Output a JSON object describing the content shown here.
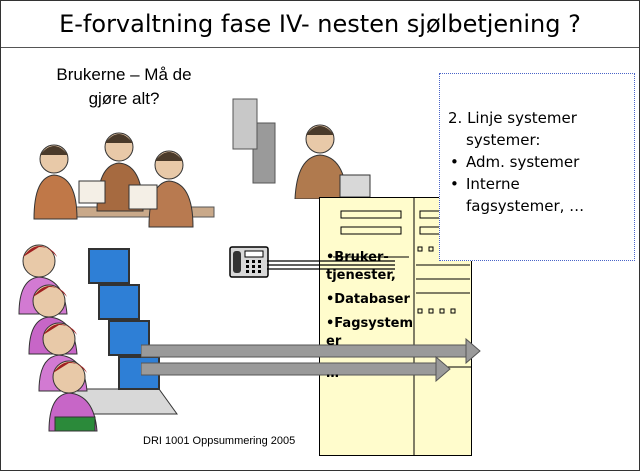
{
  "slide": {
    "title": "E-forvaltning fase IV- nesten sjølbetjening ?",
    "question_line1": "Brukerne – Må de",
    "question_line2": "gjøre alt?",
    "callout": {
      "heading_line1": "2. Linje systemer",
      "heading_line2": "systemer:",
      "item1": "Adm. systemer",
      "item2": "Interne",
      "item3": "fagsystemer, …"
    },
    "cabinet_items": {
      "item1_line1": "•Bruker-",
      "item1_line2": "tjenester,",
      "item2": "•Databaser",
      "item3_line1": "•Fagsystem",
      "item3_line2": "er",
      "item4": "…"
    },
    "footer": "DRI 1001 Oppsummering 2005"
  },
  "colors": {
    "cabinet_fill": "#fffccc",
    "callout_border": "#4a64c8",
    "arrow_fill": "#9a9a9a",
    "monitor_screen": "#2e7fd6"
  },
  "icons": [
    "office-workers-clipart",
    "phone-icon",
    "customer-workers-clipart",
    "server-cabinet"
  ]
}
